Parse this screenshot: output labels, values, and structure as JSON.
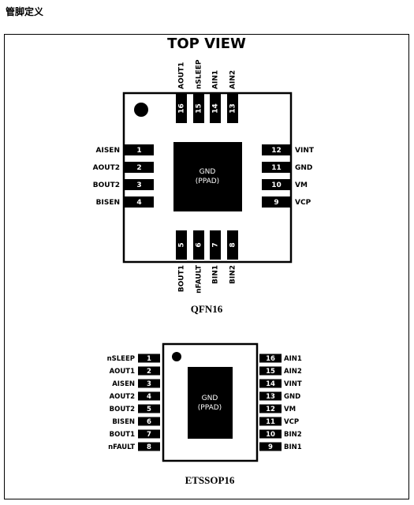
{
  "heading": "管脚定义",
  "top_view": "TOP VIEW",
  "qfn": {
    "name": "QFN16",
    "pad_label": "GND",
    "pad_sub": "(PPAD)",
    "top_pins": [
      {
        "num": "16",
        "name": "AOUT1"
      },
      {
        "num": "15",
        "name": "nSLEEP"
      },
      {
        "num": "14",
        "name": "AIN1"
      },
      {
        "num": "13",
        "name": "AIN2"
      }
    ],
    "left_pins": [
      {
        "num": "1",
        "name": "AISEN"
      },
      {
        "num": "2",
        "name": "AOUT2"
      },
      {
        "num": "3",
        "name": "BOUT2"
      },
      {
        "num": "4",
        "name": "BISEN"
      }
    ],
    "right_pins": [
      {
        "num": "12",
        "name": "VINT"
      },
      {
        "num": "11",
        "name": "GND"
      },
      {
        "num": "10",
        "name": "VM"
      },
      {
        "num": "9",
        "name": "VCP"
      }
    ],
    "bottom_pins": [
      {
        "num": "5",
        "name": "BOUT1"
      },
      {
        "num": "6",
        "name": "nFAULT"
      },
      {
        "num": "7",
        "name": "BIN1"
      },
      {
        "num": "8",
        "name": "BIN2"
      }
    ]
  },
  "etssop": {
    "name": "ETSSOP16",
    "pad_label": "GND",
    "pad_sub": "(PPAD)",
    "left_pins": [
      {
        "num": "1",
        "name": "nSLEEP"
      },
      {
        "num": "2",
        "name": "AOUT1"
      },
      {
        "num": "3",
        "name": "AISEN"
      },
      {
        "num": "4",
        "name": "AOUT2"
      },
      {
        "num": "5",
        "name": "BOUT2"
      },
      {
        "num": "6",
        "name": "BISEN"
      },
      {
        "num": "7",
        "name": "BOUT1"
      },
      {
        "num": "8",
        "name": "nFAULT"
      }
    ],
    "right_pins": [
      {
        "num": "16",
        "name": "AIN1"
      },
      {
        "num": "15",
        "name": "AIN2"
      },
      {
        "num": "14",
        "name": "VINT"
      },
      {
        "num": "13",
        "name": "GND"
      },
      {
        "num": "12",
        "name": "VM"
      },
      {
        "num": "11",
        "name": "VCP"
      },
      {
        "num": "10",
        "name": "BIN2"
      },
      {
        "num": "9",
        "name": "BIN1"
      }
    ]
  }
}
